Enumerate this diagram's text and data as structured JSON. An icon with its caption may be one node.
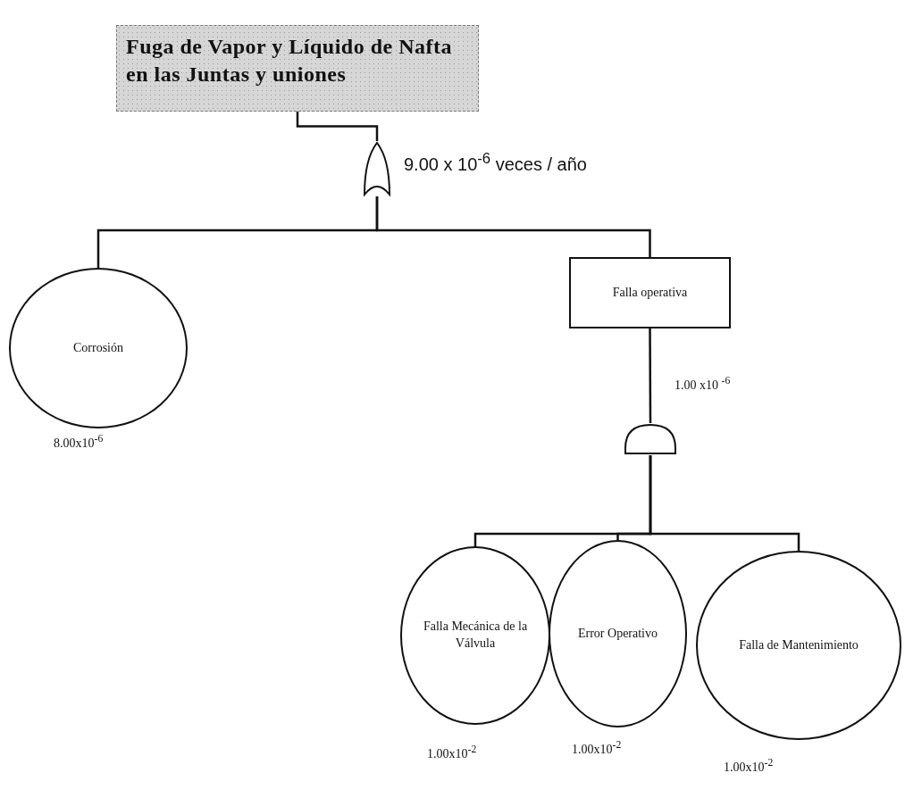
{
  "diagram": {
    "nodes": [
      {
        "text": [
          "Fuga de Vapor y Líquido de Nafta en las Juntas y uniones"
        ]
      },
      {
        "text": [],
        "shape": "arch",
        "beside": [
          "9.00 x 10$^{-6}$ veces / año"
        ]
      },
      {
        "text": [
          "Corrosión"
        ],
        "beside": [
          "8.00x10$^{-6}$"
        ]
      },
      {
        "text": [
          "Falla operativa"
        ],
        "beside": [
          "1.00 x10 $^{-6}$"
        ]
      },
      {
        "text": [],
        "shape": "dome"
      },
      {
        "text": [
          "Falla Mecánica de la Válvula"
        ],
        "beside": [
          "1.00x10$^{-2}$"
        ]
      },
      {
        "text": [
          "Error Operativo"
        ],
        "beside": [
          "1.00x10$^{-2}$"
        ]
      },
      {
        "text": [
          "Falla de Mantenimiento"
        ],
        "beside": [
          "1.00x10$^{-2}$"
        ]
      }
    ],
    "edges": [
      {
        "from": 1,
        "to": 0,
        "arrow": "none"
      },
      {
        "from": 2,
        "to": 1,
        "arrow": "none"
      },
      {
        "from": 3,
        "to": 1,
        "arrow": "none"
      },
      {
        "from": 3,
        "to": 4,
        "arrow": "none"
      },
      {
        "from": 5,
        "to": 4,
        "arrow": "none"
      },
      {
        "from": 6,
        "to": 4,
        "arrow": "none"
      },
      {
        "from": 7,
        "to": 4,
        "arrow": "none"
      }
    ]
  }
}
